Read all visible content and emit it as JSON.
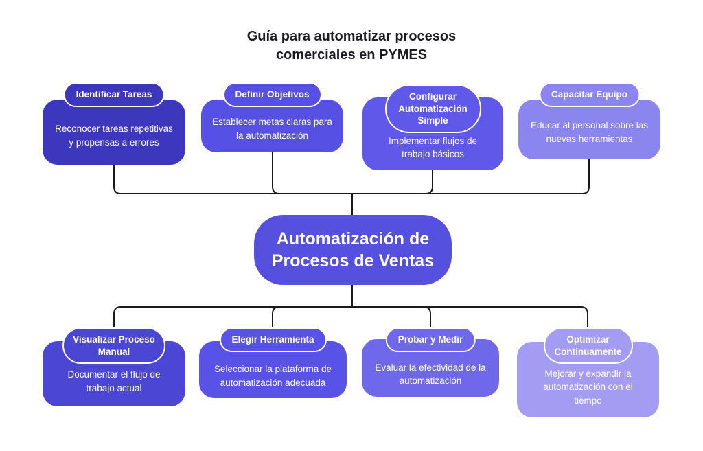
{
  "title": "Guía para automatizar procesos comerciales en PYMES",
  "center_node": {
    "label": "Automatización de Procesos de Ventas",
    "color": "#5551DE"
  },
  "top_nodes": [
    {
      "title": "Identificar Tareas",
      "description": "Reconocer tareas repetitivas y propensas a errores",
      "color": "#3D37BE"
    },
    {
      "title": "Definir Objetivos",
      "description": "Establecer metas claras para la automatización",
      "color": "#5750E5"
    },
    {
      "title": "Configurar Automatización Simple",
      "description": "Implementar flujos de trabajo básicos",
      "color": "#5F58E9"
    },
    {
      "title": "Capacitar Equipo",
      "description": "Educar al personal sobre las nuevas herramientas",
      "color": "#8B85EF"
    }
  ],
  "bottom_nodes": [
    {
      "title": "Visualizar Proceso Manual",
      "description": "Documentar el flujo de trabajo actual",
      "color": "#4C46D5"
    },
    {
      "title": "Elegir Herramienta",
      "description": "Seleccionar la plataforma de automatización adecuada",
      "color": "#5952E6"
    },
    {
      "title": "Probar y Medir",
      "description": "Evaluar la efectividad de la automatización",
      "color": "#6F68EA"
    },
    {
      "title": "Optimizar Continuamente",
      "description": "Mejorar y expandir la automatización con el tiempo",
      "color": "#A39CF2"
    }
  ],
  "connectors": {
    "color": "#1a1a1a"
  },
  "background_color": "#ffffff"
}
